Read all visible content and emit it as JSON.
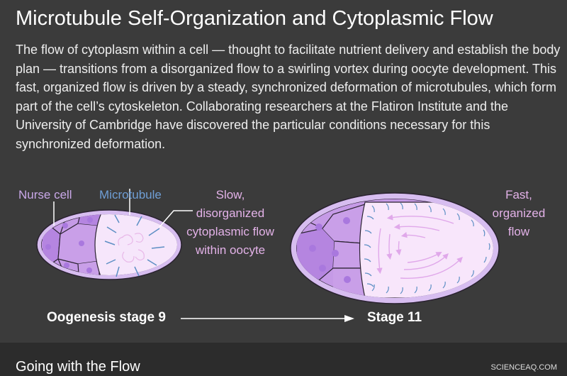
{
  "title": "Microtubule Self-Organization and Cytoplasmic Flow",
  "intro": "The flow of cytoplasm within a cell — thought to facilitate nutrient delivery and establish the body plan — transitions from a disorganized flow to a swirling vortex during oocyte development. This fast, organized flow is driven by a steady, synchronized deformation of microtubules, which form part of the cell’s cytoskeleton. Collaborating researchers at the Flatiron Institute and the University of Cambridge have discovered the particular conditions necessary for this synchronized deformation.",
  "diagram": {
    "labels": {
      "nurse_cell": "Nurse cell",
      "microtubule": "Microtubule",
      "slow_flow": "Slow, disorganized cytoplasmic flow within oocyte",
      "fast_flow": "Fast, organized flow"
    },
    "stages": {
      "start": "Oogenesis stage 9",
      "end": "Stage 11"
    },
    "colors": {
      "nurse_cell": "#c9a8e8",
      "microtubule": "#6f9fd6",
      "flow": "#e3b2e8"
    }
  },
  "section_heading": "Going with the Flow",
  "watermark": "SCIENCEAQ.COM"
}
